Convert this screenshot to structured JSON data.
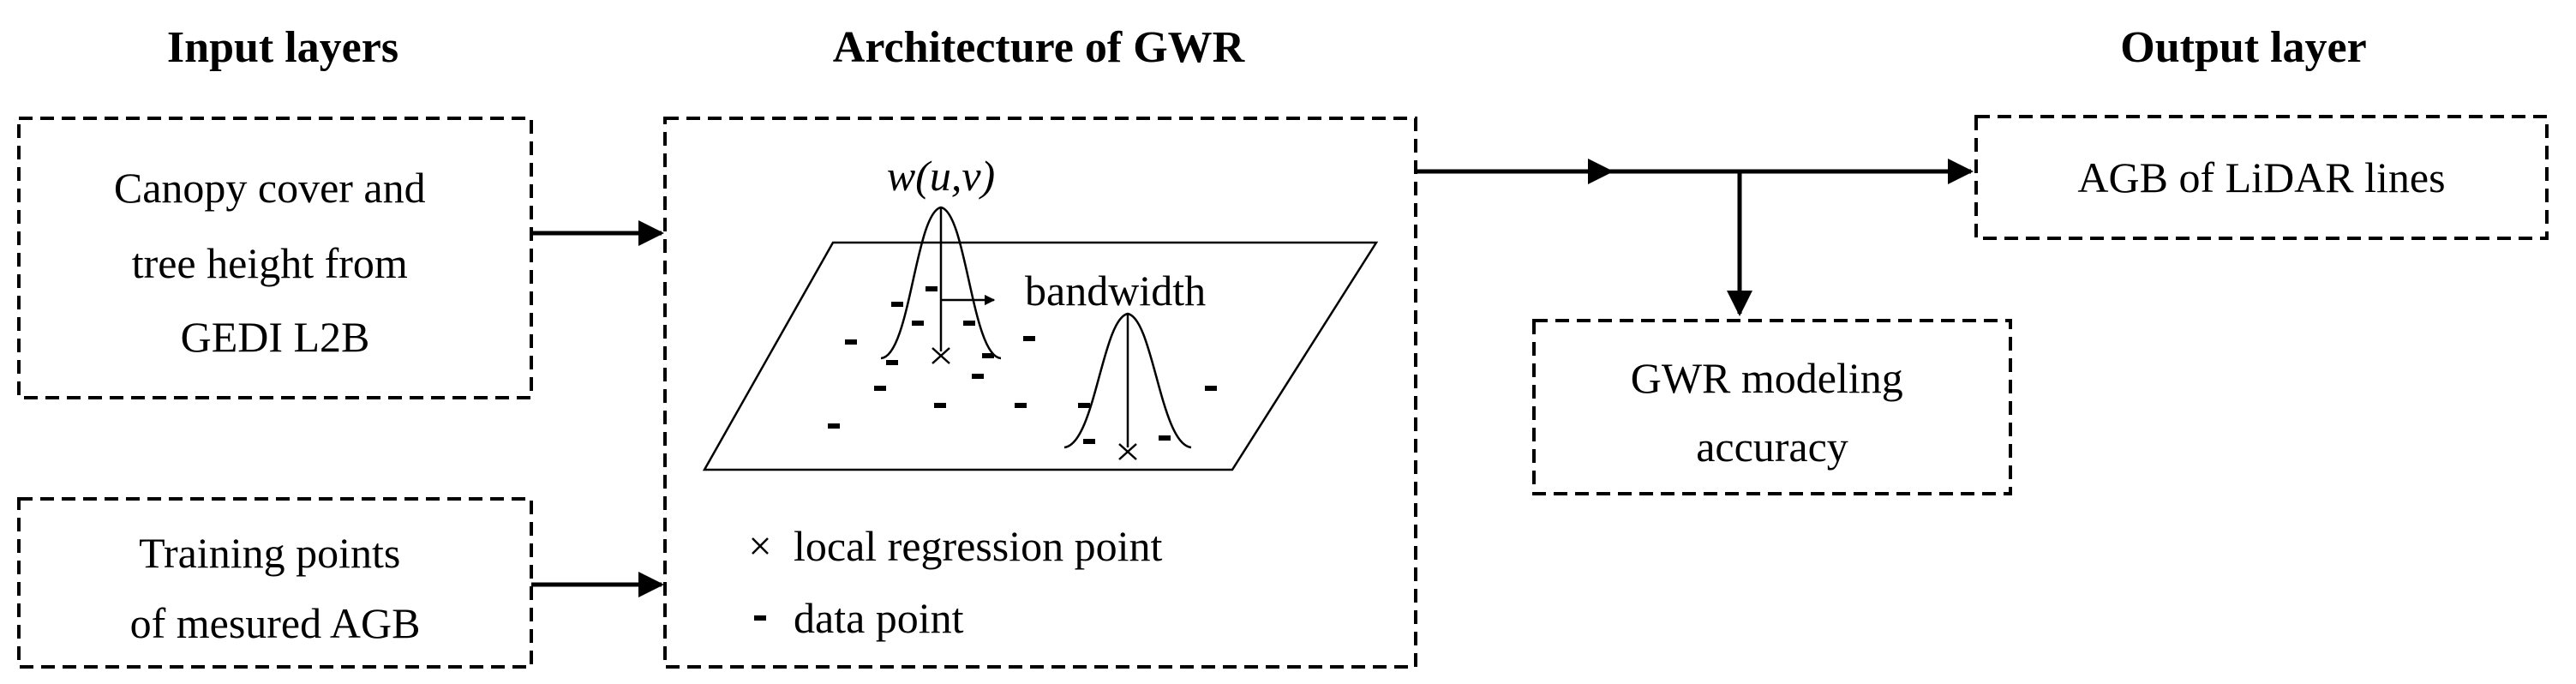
{
  "headers": {
    "input": "Input layers",
    "architecture": "Architecture of GWR",
    "output": "Output layer"
  },
  "boxes": {
    "canopy": [
      "Canopy cover and",
      "tree height from",
      "GEDI L2B"
    ],
    "training": [
      "Training points",
      "of mesured AGB"
    ],
    "agb": [
      "AGB of LiDAR lines"
    ],
    "accuracy": [
      "GWR modeling",
      "accuracy"
    ]
  },
  "gwr": {
    "weight_function": "w(u,v)",
    "bandwidth": "bandwidth"
  },
  "legend": {
    "local_point_symbol": "×",
    "local_point_label": "local regression point",
    "data_point_label": "data point"
  }
}
